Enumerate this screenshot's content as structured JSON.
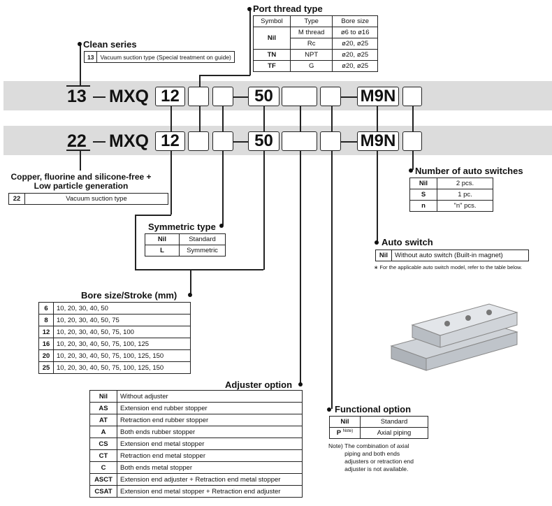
{
  "code_rows": [
    {
      "prefix": "13",
      "series": "MXQ",
      "bore": "12",
      "stroke": "50",
      "switch": "M9N"
    },
    {
      "prefix": "22",
      "series": "MXQ",
      "bore": "12",
      "stroke": "50",
      "switch": "M9N"
    }
  ],
  "clean_series": {
    "title": "Clean series",
    "rows": [
      [
        "13",
        "Vacuum suction type (Special treatment on guide)"
      ]
    ]
  },
  "port_thread": {
    "title": "Port thread type",
    "header": [
      "Symbol",
      "Type",
      "Bore size"
    ],
    "rows": [
      [
        "Nil",
        "M thread",
        "ø6 to ø16"
      ],
      [
        "",
        "Rc",
        "ø20, ø25"
      ],
      [
        "TN",
        "NPT",
        "ø20, ø25"
      ],
      [
        "TF",
        "G",
        "ø20, ø25"
      ]
    ]
  },
  "copper": {
    "title_line1": "Copper, fluorine and silicone-free +",
    "title_line2": "Low particle generation",
    "rows": [
      [
        "22",
        "Vacuum suction type"
      ]
    ]
  },
  "symmetric": {
    "title": "Symmetric type",
    "rows": [
      [
        "Nil",
        "Standard"
      ],
      [
        "L",
        "Symmetric"
      ]
    ]
  },
  "bore_stroke": {
    "title": "Bore size/Stroke (mm)",
    "rows": [
      [
        "6",
        "10, 20, 30, 40, 50"
      ],
      [
        "8",
        "10, 20, 30, 40, 50, 75"
      ],
      [
        "12",
        "10, 20, 30, 40, 50, 75, 100"
      ],
      [
        "16",
        "10, 20, 30, 40, 50, 75, 100, 125"
      ],
      [
        "20",
        "10, 20, 30, 40, 50, 75, 100, 125, 150"
      ],
      [
        "25",
        "10, 20, 30, 40, 50, 75, 100, 125, 150"
      ]
    ]
  },
  "adjuster": {
    "title": "Adjuster option",
    "rows": [
      [
        "Nil",
        "Without adjuster"
      ],
      [
        "AS",
        "Extension end rubber stopper"
      ],
      [
        "AT",
        "Retraction end rubber stopper"
      ],
      [
        "A",
        "Both ends rubber stopper"
      ],
      [
        "CS",
        "Extension end metal stopper"
      ],
      [
        "CT",
        "Retraction end metal stopper"
      ],
      [
        "C",
        "Both ends metal stopper"
      ],
      [
        "ASCT",
        "Extension end adjuster + Retraction end metal stopper"
      ],
      [
        "CSAT",
        "Extension end metal stopper + Retraction end adjuster"
      ]
    ]
  },
  "functional": {
    "title": "Functional option",
    "rows": [
      [
        "Nil",
        "Standard"
      ],
      [
        "P",
        "Axial piping"
      ]
    ],
    "sup": "Note)",
    "note_label": "Note)",
    "note": "The combination of axial piping and both ends adjusters or retraction end adjuster is not available."
  },
  "auto_switch": {
    "title": "Auto switch",
    "rows": [
      [
        "Nil",
        "Without auto switch (Built-in magnet)"
      ]
    ],
    "note": "∗ For the applicable auto switch model, refer to the table below."
  },
  "num_switches": {
    "title": "Number of auto switches",
    "rows": [
      [
        "Nil",
        "2 pcs."
      ],
      [
        "S",
        "1 pc."
      ],
      [
        "n",
        "\"n\" pcs."
      ]
    ]
  }
}
